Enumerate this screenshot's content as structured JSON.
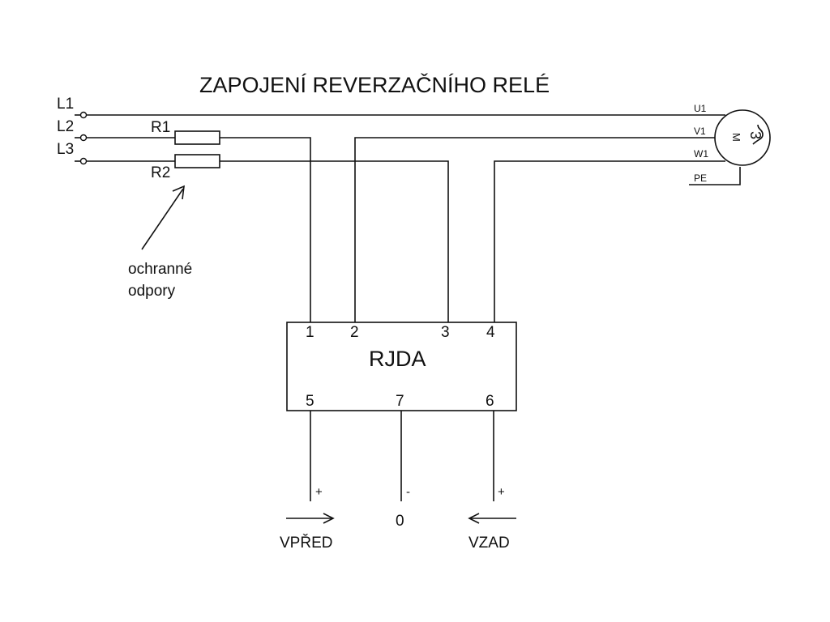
{
  "title": "ZAPOJENÍ REVERZAČNÍHO RELÉ",
  "supply_lines": [
    "L1",
    "L2",
    "L3"
  ],
  "resistors": [
    "R1",
    "R2"
  ],
  "motor": {
    "terminals": [
      "U1",
      "V1",
      "W1",
      "PE"
    ],
    "symbol_phase": "3",
    "symbol_letter": "M",
    "symbol_wave": "~"
  },
  "note": [
    "ochranné",
    "odpory"
  ],
  "relay": {
    "label": "RJDA",
    "top_pins": [
      "1",
      "2",
      "3",
      "4"
    ],
    "bottom_pins": [
      "5",
      "7",
      "6"
    ]
  },
  "control": {
    "signs": [
      "+",
      "-",
      "+"
    ],
    "forward_label": "VPŘED",
    "zero_label": "0",
    "reverse_label": "VZAD"
  }
}
